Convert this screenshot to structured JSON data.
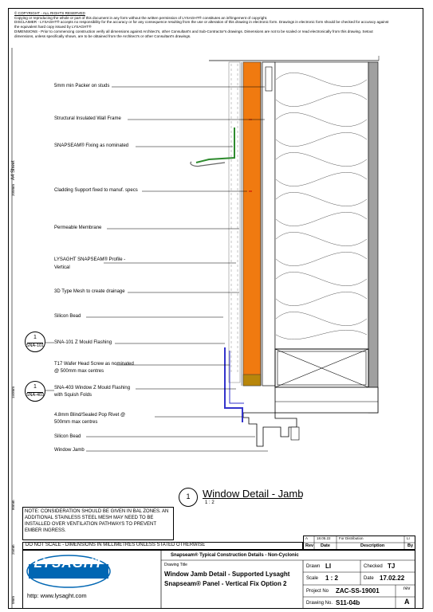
{
  "copyright": {
    "lines": [
      "© COPYRIGHT - ALL RIGHTS RESERVED",
      "Copying or reproducing the whole or part of this document in any form without the written permission of LYSAGHT® constitutes an infringement of copyright.",
      "DISCLAIMER - LYSAGHT® accepts no responsibility for the accuracy or for any consequence resulting from the use or alteration of this drawing in electronic form.  Drawings in electronic form should be checked for accuracy against",
      "the equivalent hard copy issued by LYSAGHT®",
      "DIMENSIONS - Prior to commencing construction verify all dimensions against Architect's, other Consultant's and Sub-Contractor's drawings. Dimensions are not to be scaled or read electronically from this drawing. Setout",
      "dimensions, unless specifically shown, are to be obtained from the Architect's or other Consultant's drawings."
    ]
  },
  "side_scale": {
    "sheet": "A4 Sheet",
    "marks": [
      "200mm",
      "150mm",
      "80mm",
      "25mm",
      "0mm"
    ]
  },
  "annotations": [
    "5mm min Packer on studs",
    "Structural Insulated Wall Frame",
    "SNAPSEAM® Fixing as nominated",
    "Cladding Support fixed to manuf. specs",
    "Permeable Membrane",
    "LYSAGHT SNAPSEAM® Profile -",
    "Vertical",
    "3D Type Mesh to create drainage",
    "Silicon Bead",
    "SNA-101 Z Mould Flashing",
    "T17 Wafer Head Screw as nominated",
    "@ 500mm max centres",
    "SNA-403 Window Z Mould Flashing",
    "with Squish Folds",
    "4.8mm Blind/Sealed Pop Rivet @",
    "500mm max centres",
    "Silicon Bead",
    "Window Jamb"
  ],
  "callouts": [
    {
      "number": "1",
      "ref": "SNA-101"
    },
    {
      "number": "1",
      "ref": "SNA-403"
    }
  ],
  "detail_title": {
    "number": "1",
    "title": "Window Detail - Jamb",
    "scale": "1 : 2"
  },
  "note": "NOTE: CONSIDERATION SHOULD BE GIVEN IN BAL ZONES. AN ADDITIONAL STAINLESS STEEL MESH MAY NEED TO BE INSTALLED OVER VENTILATION PATHWAYS TO PREVENT EMBER INGRESS.",
  "do_not_scale": "DO NOT SCALE - DIMENSIONS IN MILLIMETRES UNLESS STATED OTHERWISE",
  "revision_table": {
    "row": {
      "rev": "A",
      "date": "18.05.22",
      "description": "For Distribution",
      "by": "LI"
    },
    "headers": {
      "rev": "Rev",
      "date": "Date",
      "description": "Description",
      "by": "By"
    }
  },
  "title_block": {
    "logo": "LYSAGHT",
    "website": "http: www.lysaght.com",
    "series": "Snapseam® Typical Construction Details - Non-Cyclonic",
    "drawing_title_label": "Drawing Title",
    "drawing_title_1": "Window Jamb Detail - Supported Lysaght",
    "drawing_title_2": "Snapseam® Panel - Vertical Fix Option 2",
    "drawn_label": "Drawn",
    "drawn": "LI",
    "checked_label": "Checked",
    "checked": "TJ",
    "scale_label": "Scale",
    "scale": "1 : 2",
    "date_label": "Date",
    "date": "17.02.22",
    "project_label": "Project No",
    "project": "ZAC-SS-19001",
    "rev_label": "rev",
    "drawing_no_label": "Drawing No.",
    "drawing_no": "S11-04b",
    "rev": "A"
  },
  "colors": {
    "orange": "#F07A10",
    "green": "#2E8B2E",
    "blue": "#3333CC",
    "grey": "#A0A0A0"
  }
}
